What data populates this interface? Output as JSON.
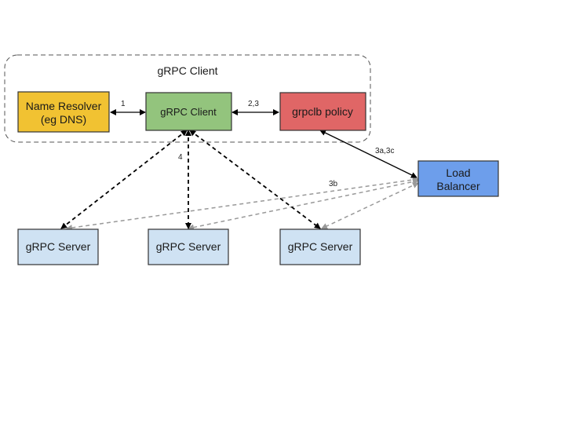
{
  "group": {
    "label": "gRPC Client"
  },
  "nodes": {
    "name_resolver": {
      "line1": "Name Resolver",
      "line2": "(eg DNS)",
      "fill": "#f1c232"
    },
    "grpc_client": {
      "label": "gRPC Client",
      "fill": "#93c47d"
    },
    "grpclb_policy": {
      "label": "grpclb policy",
      "fill": "#e06666"
    },
    "load_balancer": {
      "line1": "Load",
      "line2": "Balancer",
      "fill": "#6d9eeb"
    },
    "server_1": {
      "label": "gRPC Server",
      "fill": "#cfe2f3"
    },
    "server_2": {
      "label": "gRPC Server",
      "fill": "#cfe2f3"
    },
    "server_3": {
      "label": "gRPC Server",
      "fill": "#cfe2f3"
    }
  },
  "edges": {
    "resolver_client": "1",
    "client_policy": "2,3",
    "policy_lb": "3a,3c",
    "lb_servers": "3b",
    "client_servers": "4"
  },
  "colors": {
    "solid_arrow": "#000000",
    "dashed_black": "#000000",
    "dashed_gray": "#999999"
  }
}
